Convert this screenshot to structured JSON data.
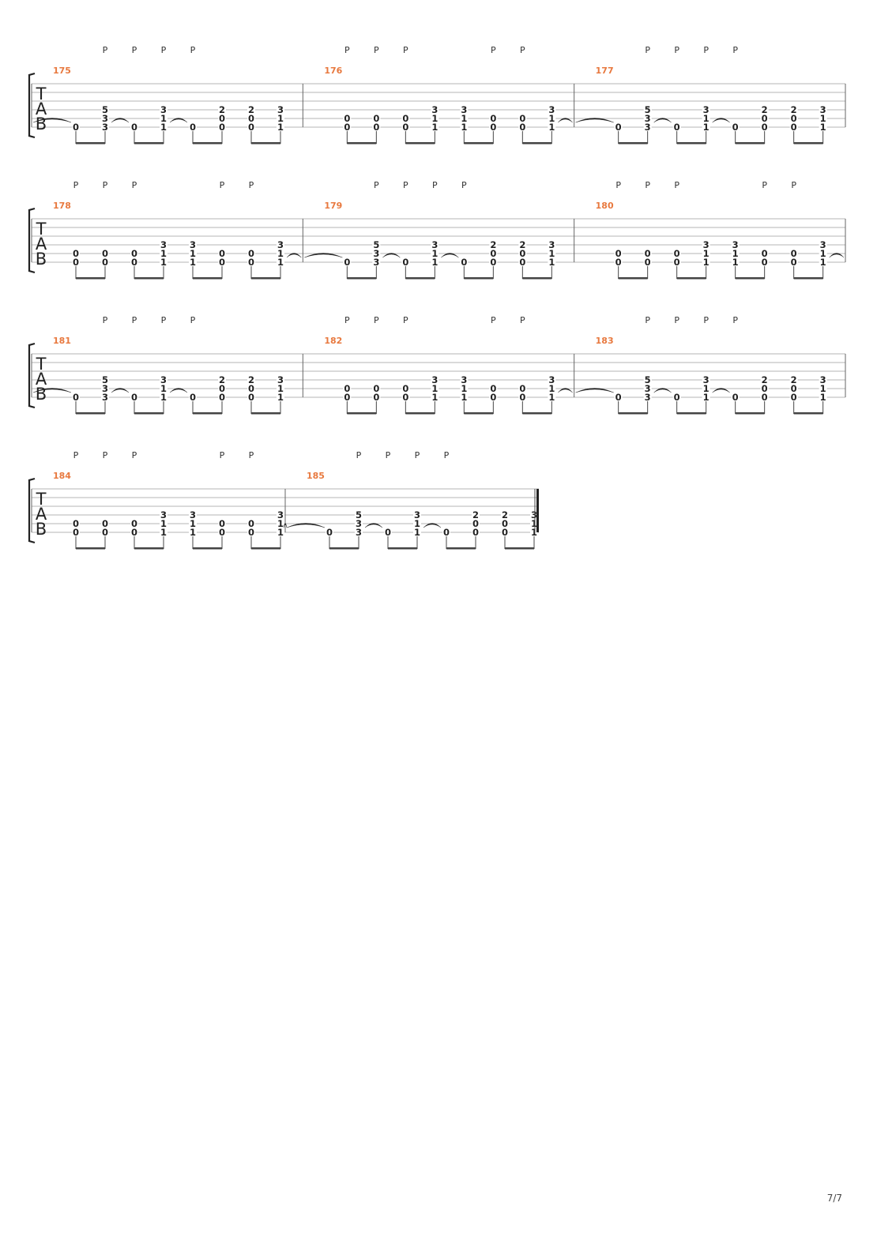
{
  "page_number": "7/7",
  "tab_clef": [
    "T",
    "A",
    "B"
  ],
  "palm_mute_label": "P",
  "bar_patterns": {
    "A": {
      "notes": [
        {
          "frets": [
            "0"
          ]
        },
        {
          "frets": [
            "5",
            "3",
            "3"
          ]
        },
        {
          "frets": [
            "0"
          ]
        },
        {
          "frets": [
            "3",
            "1",
            "1"
          ]
        },
        {
          "frets": [
            "0"
          ]
        },
        {
          "frets": [
            "2",
            "0",
            "0"
          ]
        },
        {
          "frets": [
            "2",
            "0",
            "0"
          ]
        },
        {
          "frets": [
            "3",
            "1",
            "1"
          ]
        }
      ],
      "palm_mutes": [
        1,
        2,
        3,
        4
      ],
      "ties": [
        [
          1,
          2
        ],
        [
          3,
          4
        ]
      ],
      "incoming_tie": true,
      "outgoing_tie": false
    },
    "B": {
      "notes": [
        {
          "frets": [
            "0",
            "0"
          ]
        },
        {
          "frets": [
            "0",
            "0"
          ]
        },
        {
          "frets": [
            "0",
            "0"
          ]
        },
        {
          "frets": [
            "3",
            "1",
            "1"
          ]
        },
        {
          "frets": [
            "3",
            "1",
            "1"
          ]
        },
        {
          "frets": [
            "0",
            "0"
          ]
        },
        {
          "frets": [
            "0",
            "0"
          ]
        },
        {
          "frets": [
            "3",
            "1",
            "1"
          ]
        }
      ],
      "palm_mutes": [
        0,
        1,
        2,
        5,
        6
      ],
      "ties": [],
      "incoming_tie": false,
      "outgoing_tie": true
    }
  },
  "systems": [
    {
      "bars": [
        {
          "number": "175",
          "pattern": "A"
        },
        {
          "number": "176",
          "pattern": "B"
        },
        {
          "number": "177",
          "pattern": "A"
        }
      ],
      "final": false
    },
    {
      "bars": [
        {
          "number": "178",
          "pattern": "B"
        },
        {
          "number": "179",
          "pattern": "A"
        },
        {
          "number": "180",
          "pattern": "B"
        }
      ],
      "final": false
    },
    {
      "bars": [
        {
          "number": "181",
          "pattern": "A"
        },
        {
          "number": "182",
          "pattern": "B"
        },
        {
          "number": "183",
          "pattern": "A"
        }
      ],
      "final": false
    },
    {
      "bars": [
        {
          "number": "184",
          "pattern": "B"
        },
        {
          "number": "185",
          "pattern": "A"
        }
      ],
      "final": true
    }
  ]
}
